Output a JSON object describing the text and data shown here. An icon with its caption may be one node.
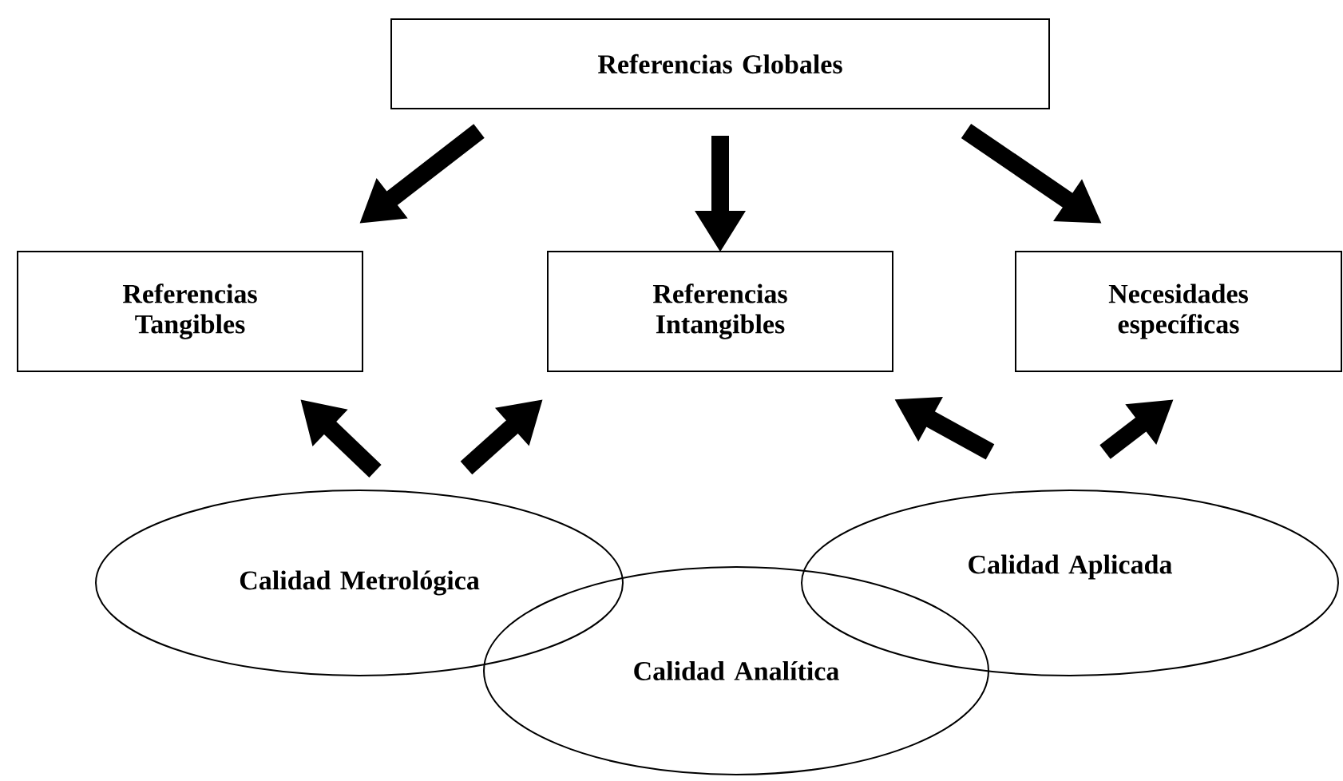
{
  "diagram": {
    "nodes": [
      {
        "text": [
          "Referencias Globales"
        ]
      },
      {
        "text": [
          "Referencias Tangibles"
        ]
      },
      {
        "text": [
          "Referencias Intangibles"
        ]
      },
      {
        "text": [
          "Necesidades específicas"
        ]
      },
      {
        "text": [
          "Calidad Metrológica"
        ]
      },
      {
        "text": [
          "Calidad Analítica"
        ]
      },
      {
        "text": [
          "Calidad Aplicada"
        ]
      }
    ],
    "edges": [
      {
        "from": 0,
        "to": 1,
        "arrow": "to"
      },
      {
        "from": 0,
        "to": 2,
        "arrow": "to"
      },
      {
        "from": 0,
        "to": 3,
        "arrow": "to"
      },
      {
        "from": 4,
        "to": 1,
        "arrow": "to"
      },
      {
        "from": 4,
        "to": 2,
        "arrow": "to"
      },
      {
        "from": 6,
        "to": 2,
        "arrow": "to"
      },
      {
        "from": 6,
        "to": 3,
        "arrow": "to"
      }
    ]
  }
}
